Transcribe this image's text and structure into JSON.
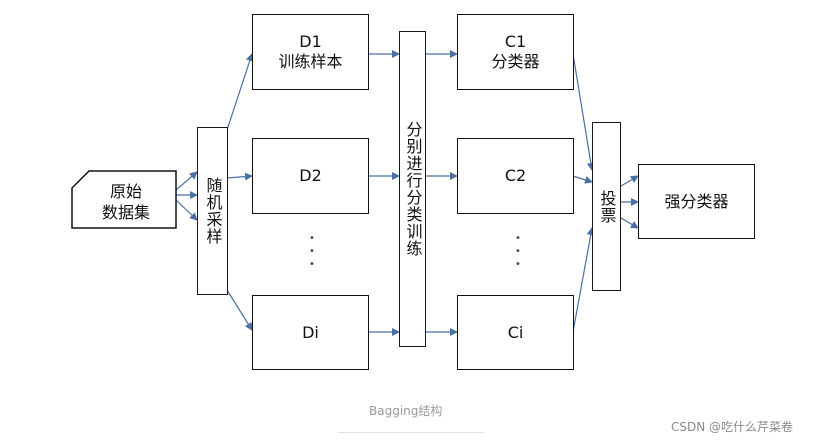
{
  "source": {
    "line1": "原始",
    "line2": "数据集"
  },
  "sampler": "随机采样",
  "datasets": [
    {
      "title": "D1",
      "subtitle": "训练样本"
    },
    {
      "title": "D2",
      "subtitle": ""
    },
    {
      "title": "Di",
      "subtitle": ""
    }
  ],
  "trainer": "分别进行分类训练",
  "classifiers": [
    {
      "title": "C1",
      "subtitle": "分类器"
    },
    {
      "title": "C2",
      "subtitle": ""
    },
    {
      "title": "Ci",
      "subtitle": ""
    }
  ],
  "voter": "投票",
  "strong_classifier": "强分类器",
  "caption": "Bagging结构",
  "watermark": "CSDN @吃什么芹菜卷",
  "colors": {
    "arrow": "#4a6fa5",
    "border": "#111111"
  }
}
